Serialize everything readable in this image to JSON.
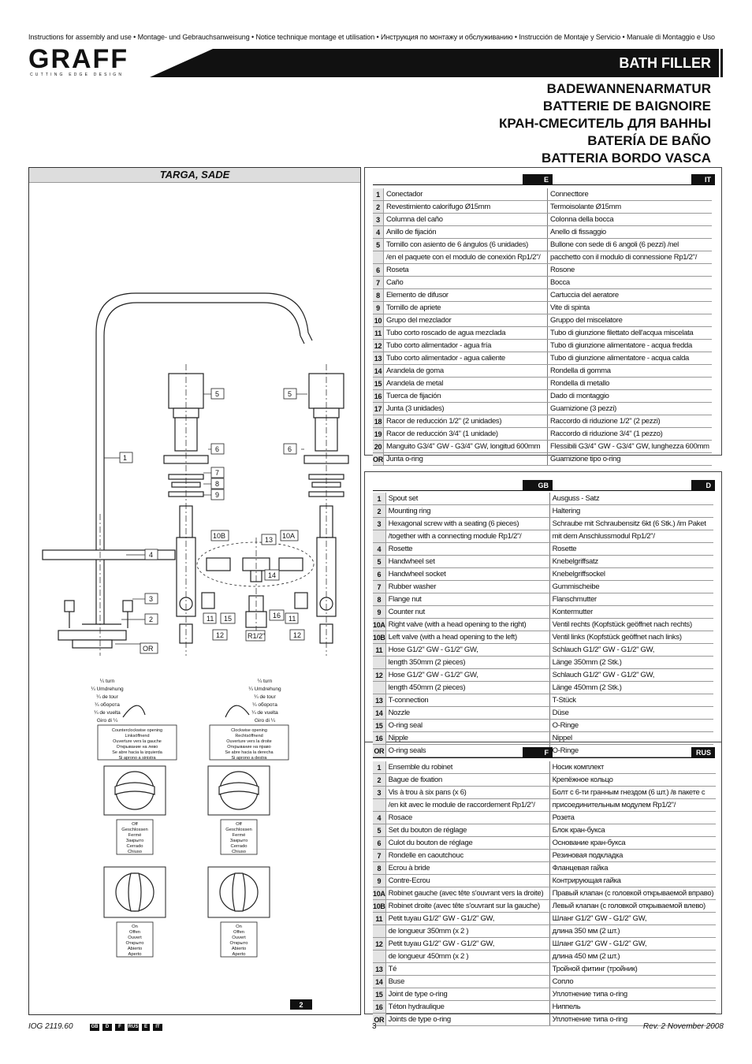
{
  "header": {
    "instructions": "Instructions for assembly and use • Montage- und Gebrauchsanweisung • Notice technique montage et utilisation • Инструкция по монтажу и обслуживанию • Instrucción de Montaje y Servicio • Manuale di Montaggio e Uso",
    "logo": "GRAFF",
    "logo_sub": "CUTTING EDGE DESIGN",
    "product": "BATH FILLER",
    "titles": [
      "BADEWANNENARMATUR",
      "BATTERIE DE BAIGNOIRE",
      "КРАН-СМЕСИТЕЛЬ ДЛЯ ВАННЫ",
      "BATERÍA DE BAÑO",
      "BATTERIA BORDO VASCA"
    ]
  },
  "left_panel": {
    "title": "TARGA, SADE",
    "labels": [
      "1",
      "2",
      "3",
      "4",
      "5",
      "5",
      "6",
      "6",
      "7",
      "8",
      "9",
      "10B",
      "10A",
      "11",
      "11",
      "12",
      "12",
      "13",
      "14",
      "15",
      "16",
      "OR",
      "R1/2\""
    ],
    "turn_left": [
      "¼ turn",
      "¼ Umdrehung",
      "¼ de tour",
      "¼ оборота",
      "¼ de vuelta",
      "Giro di ¼"
    ],
    "turn_right": [
      "¼ turn",
      "¼ Umdrehung",
      "¼ de tour",
      "¼ оборота",
      "¼ de vuelta",
      "Giro di ¼"
    ],
    "ccw_box": [
      "Counterclockwise opening",
      "Linksöffnend",
      "Ouverture vers la gauche",
      "Открывание на лево",
      "Se abre hacia la izquierda",
      "Si aprono a sinistra"
    ],
    "cw_box": [
      "Clockwise opening",
      "Rechtsöffnend",
      "Ouverture vers la droite",
      "Открывание на право",
      "Se abre hacia la derecha",
      "Si aprono a destra"
    ],
    "off_box": [
      "Off",
      "Geschlossen",
      "Fermé",
      "Закрыто",
      "Cerrado",
      "Chiuso"
    ],
    "on_box": [
      "On",
      "Offen",
      "Ouvert",
      "Открыто",
      "Abierto",
      "Aperto"
    ],
    "page_badge": "2"
  },
  "tables": [
    {
      "lang_left": "E",
      "lang_right": "IT",
      "rows": [
        [
          "1",
          "Conectador",
          "Connecttore"
        ],
        [
          "2",
          "Revestimiento calorífugo Ø15mm",
          "Termoisolante Ø15mm"
        ],
        [
          "3",
          "Columna del caño",
          "Colonna della bocca"
        ],
        [
          "4",
          "Anillo de fijación",
          "Anello di fissaggio"
        ],
        [
          "5",
          "Tornillo con asiento de 6 ángulos (6 unidades)",
          "Bullone con sede di 6 angoli (6 pezzi) /nel"
        ],
        [
          "",
          "/en el paquete con el modulo de conexión Rp1/2\"/",
          "pacchetto con il modulo di connessione Rp1/2\"/"
        ],
        [
          "6",
          "Roseta",
          "Rosone"
        ],
        [
          "7",
          "Caño",
          "Bocca"
        ],
        [
          "8",
          "Elemento de difusor",
          "Cartuccia del aeratore"
        ],
        [
          "9",
          "Tornillo de apriete",
          "Vite di spinta"
        ],
        [
          "10",
          "Grupo del mezclador",
          "Gruppo del miscelatore"
        ],
        [
          "11",
          "Tubo corto roscado de agua mezclada",
          "Tubo di giunzione filettato dell'acqua miscelata"
        ],
        [
          "12",
          "Tubo corto alimentador - agua fría",
          "Tubo di giunzione alimentatore - acqua fredda"
        ],
        [
          "13",
          "Tubo corto alimentador - agua caliente",
          "Tubo di giunzione alimentatore - acqua calda"
        ],
        [
          "14",
          "Arandela de goma",
          "Rondella di gomma"
        ],
        [
          "15",
          "Arandela de metal",
          "Rondella di metallo"
        ],
        [
          "16",
          "Tuerca de fijación",
          "Dado di montaggio"
        ],
        [
          "17",
          "Junta (3 unidades)",
          "Guarnizione (3 pezzi)"
        ],
        [
          "18",
          "Racor de reducción 1/2\" (2 unidades)",
          "Raccordo di riduzione 1/2\" (2 pezzi)"
        ],
        [
          "19",
          "Racor de reducción 3/4\" (1 unidade)",
          "Raccordo di riduzione 3/4\" (1 pezzo)"
        ],
        [
          "20",
          "Manguito G3/4\" GW - G3/4\" GW, longitud 600mm",
          "Flessibili G3/4\" GW - G3/4\" GW, lunghezza 600mm"
        ],
        [
          "OR",
          "Junta o-ring",
          "Guarnizione tipo o-ring"
        ]
      ]
    },
    {
      "lang_left": "GB",
      "lang_right": "D",
      "rows": [
        [
          "1",
          "Spout set",
          "Ausguss - Satz"
        ],
        [
          "2",
          "Mounting ring",
          "Haltering"
        ],
        [
          "3",
          "Hexagonal screw with a seating (6 pieces)",
          "Schraube mit Schraubensitz 6kt (6 Stk.) /im Paket"
        ],
        [
          "",
          "/together with a connecting module Rp1/2\"/",
          "mit dem Anschlussmodul Rp1/2\"/"
        ],
        [
          "4",
          "Rosette",
          "Rosette"
        ],
        [
          "5",
          "Handwheel set",
          "Knebelgriffsatz"
        ],
        [
          "6",
          "Handwheel socket",
          "Knebelgriffsockel"
        ],
        [
          "7",
          "Rubber washer",
          "Gummischeibe"
        ],
        [
          "8",
          "Flange nut",
          "Flanschmutter"
        ],
        [
          "9",
          "Counter nut",
          "Kontermutter"
        ],
        [
          "10A",
          "Right valve (with a head opening to the right)",
          "Ventil rechts (Kopfstück geöffnet nach rechts)"
        ],
        [
          "10B",
          "Left valve (with a head opening to the left)",
          "Ventil links (Kopfstück geöffnet nach links)"
        ],
        [
          "11",
          "Hose G1/2\" GW - G1/2\" GW,",
          "Schlauch G1/2\" GW - G1/2\" GW,"
        ],
        [
          "",
          "length 350mm (2 pieces)",
          "Länge 350mm (2 Stk.)"
        ],
        [
          "12",
          "Hose G1/2\" GW - G1/2\" GW,",
          "Schlauch G1/2\" GW - G1/2\" GW,"
        ],
        [
          "",
          "length 450mm (2 pieces)",
          "Länge 450mm (2 Stk.)"
        ],
        [
          "13",
          "T-connection",
          "T-Stück"
        ],
        [
          "14",
          "Nozzle",
          "Düse"
        ],
        [
          "15",
          "O-ring seal",
          "O-Ringe"
        ],
        [
          "16",
          "Nipple",
          "Nippel"
        ],
        [
          "OR",
          "O-ring seals",
          "O-Ringe"
        ]
      ]
    },
    {
      "lang_left": "F",
      "lang_right": "RUS",
      "rows": [
        [
          "1",
          "Ensemble du robinet",
          "Носик комплект"
        ],
        [
          "2",
          "Bague de fixation",
          "Крепёжное кольцо"
        ],
        [
          "3",
          "Vis à trou à six pans (x 6)",
          "Болт с 6-ти гранным гнездом (6 шт.) /в пакете с"
        ],
        [
          "",
          "/en kit avec le module de raccordement Rp1/2\"/",
          "присоединительным модулем Rp1/2\"/"
        ],
        [
          "4",
          "Rosace",
          "Розета"
        ],
        [
          "5",
          "Set du bouton de réglage",
          "Блок кран-букса"
        ],
        [
          "6",
          "Culot du bouton de réglage",
          "Основание кран-букса"
        ],
        [
          "7",
          "Rondelle en caoutchouc",
          "Резиновая подкладка"
        ],
        [
          "8",
          "Ecrou à bride",
          "Фланцевая гайка"
        ],
        [
          "9",
          "Contre-Ecrou",
          "Контрирующая гайка"
        ],
        [
          "10A",
          "Robinet gauche (avec tête s'ouvrant vers la droite)",
          "Правый клапан (с головкой открываемой вправо)"
        ],
        [
          "10B",
          "Robinet droite (avec tête s'ouvrant sur la gauche)",
          "Левый клапан (с головкой открываемой влево)"
        ],
        [
          "11",
          "Petit tuyau G1/2\" GW - G1/2\" GW,",
          "Шланг G1/2\" GW - G1/2\" GW,"
        ],
        [
          "",
          "de longueur 350mm (x 2 )",
          "длина 350 мм (2 шт.)"
        ],
        [
          "12",
          "Petit tuyau G1/2\" GW - G1/2\" GW,",
          "Шланг G1/2\" GW - G1/2\" GW,"
        ],
        [
          "",
          "de longueur 450mm (x 2 )",
          "длина 450 мм (2 шт.)"
        ],
        [
          "13",
          "Té",
          "Тройной фитинг (тройник)"
        ],
        [
          "14",
          "Buse",
          "Сопло"
        ],
        [
          "15",
          "Joint de type o-ring",
          "Уплотнение типа o-ring"
        ],
        [
          "16",
          "Téton hydraulique",
          "Ниппель"
        ],
        [
          "OR",
          "Joints de type o-ring",
          "Уплотнение типа o-ring"
        ]
      ]
    }
  ],
  "footer": {
    "doc": "IOG 2119.60",
    "langs": [
      "GB",
      "D",
      "F",
      "RUS",
      "E",
      "IT"
    ],
    "page": "3",
    "rev": "Rev. 2 November 2008"
  }
}
